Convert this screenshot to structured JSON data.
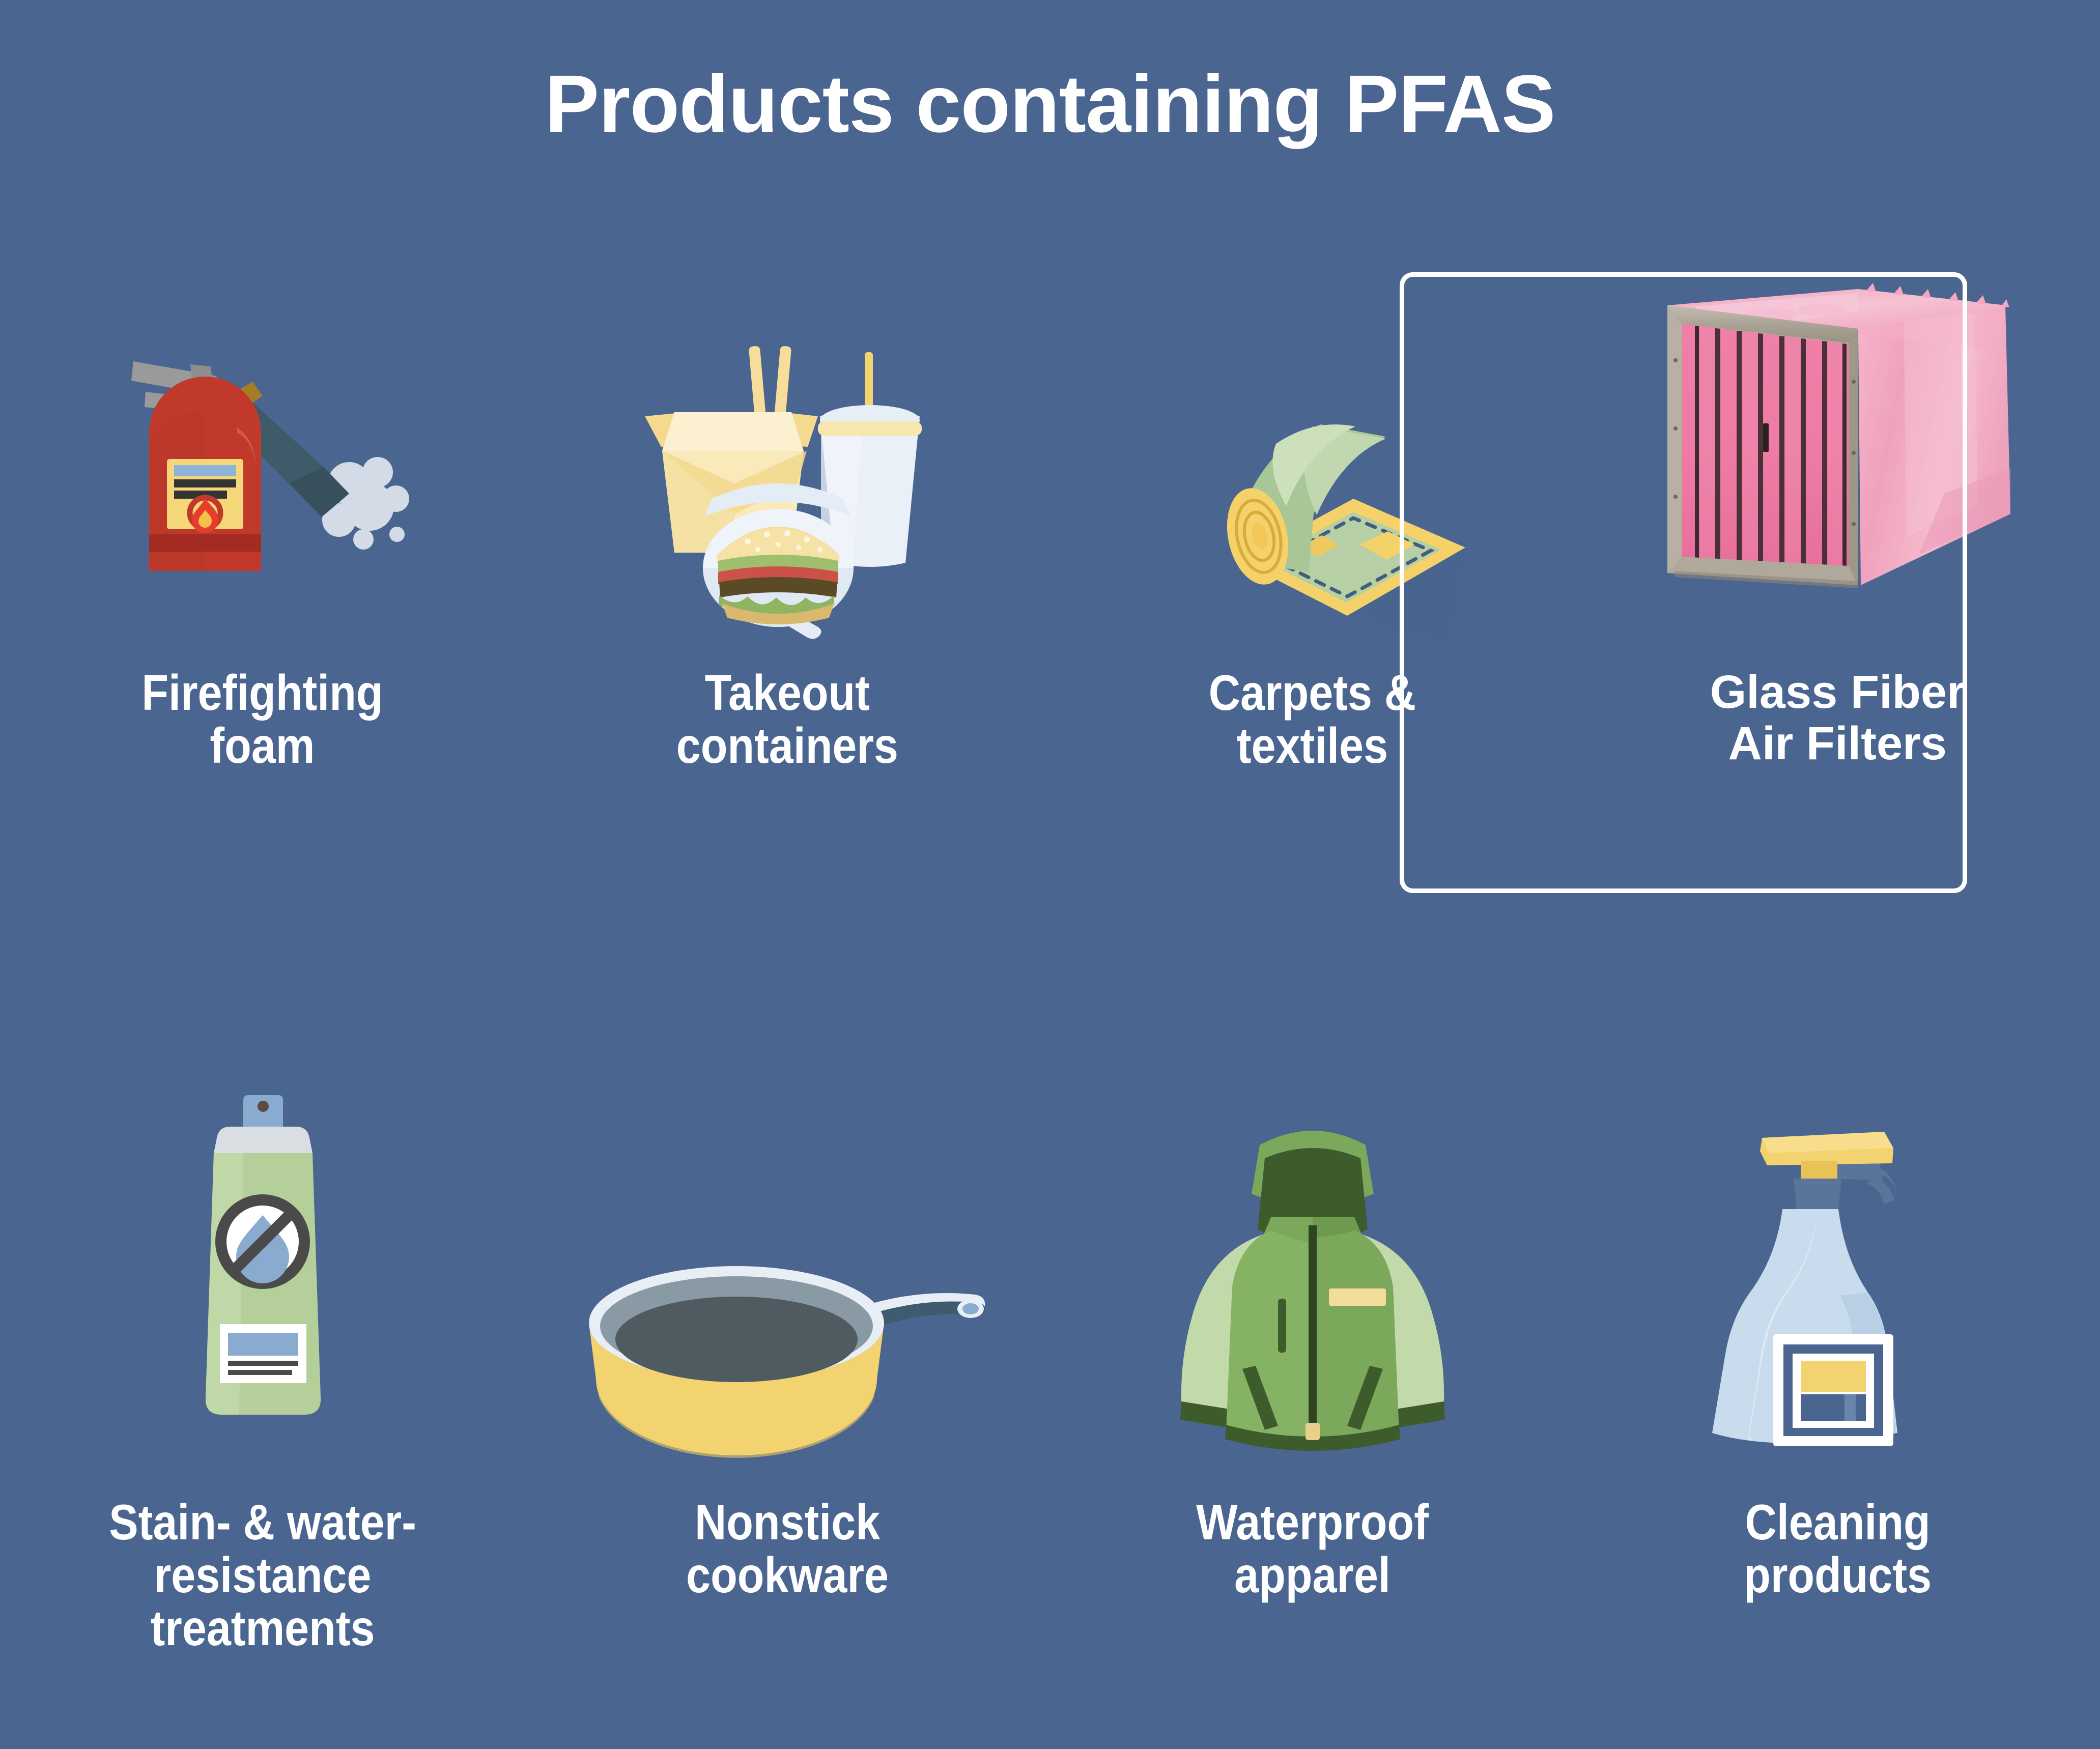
{
  "title": "Products containing PFAS",
  "theme": {
    "background": "#4a6590",
    "text": "#ffffff",
    "highlight_border": "#ffffff",
    "filter_pink": "#ef7fa8",
    "filter_pink_light": "#f3aec4",
    "filter_frame_gray": "#a9a296",
    "extinguisher_red": "#c0392b",
    "takeout_yellow": "#f7e3a6",
    "carpet_green": "#b6cfa4",
    "carpet_yellow": "#f5d16a",
    "jacket_green": "#7ba85a",
    "spray_blue": "#c9dced"
  },
  "rows": {
    "top": [
      {
        "id": "firefighting-foam",
        "icon": "fire-extinguisher-icon",
        "label": "Firefighting\nfoam",
        "highlighted": false
      },
      {
        "id": "takeout-containers",
        "icon": "takeout-food-icon",
        "label": "Takeout\ncontainers",
        "highlighted": false
      },
      {
        "id": "carpets-textiles",
        "icon": "rolled-carpet-icon",
        "label": "Carpets &\ntextiles",
        "highlighted": false
      },
      {
        "id": "glass-fiber-air-filters",
        "icon": "bag-air-filter-icon",
        "label": "Glass Fiber\nAir Filters",
        "highlighted": true
      }
    ],
    "bottom": [
      {
        "id": "stain-water-resistance-treatments",
        "icon": "spray-can-icon",
        "label": "Stain- & water-\nresistance\ntreatments",
        "highlighted": false
      },
      {
        "id": "nonstick-cookware",
        "icon": "frying-pan-icon",
        "label": "Nonstick\ncookware",
        "highlighted": false
      },
      {
        "id": "waterproof-apparel",
        "icon": "hooded-jacket-icon",
        "label": "Waterproof\napparel",
        "highlighted": false
      },
      {
        "id": "cleaning-products",
        "icon": "spray-bottle-icon",
        "label": "Cleaning\nproducts",
        "highlighted": false
      }
    ]
  }
}
